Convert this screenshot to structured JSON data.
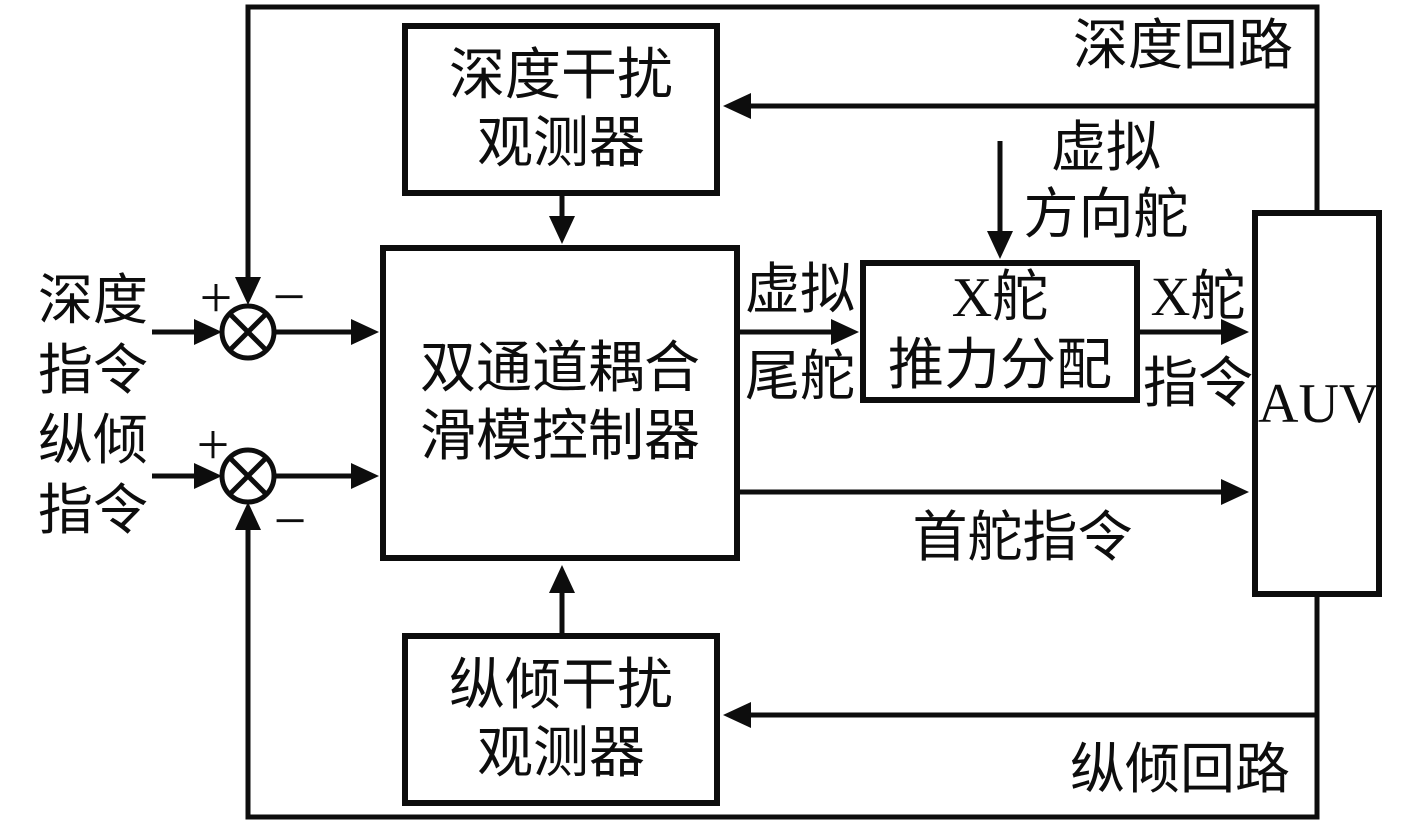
{
  "colors": {
    "ink": "#0d0d0d",
    "background": "#ffffff"
  },
  "blocks": {
    "depth_observer": {
      "line1": "深度干扰",
      "line2": "观测器"
    },
    "controller": {
      "line1": "双通道耦合",
      "line2": "滑模控制器"
    },
    "thrust_allocation": {
      "line1": "X舵",
      "line2": "推力分配"
    },
    "auv": {
      "label": "AUV"
    },
    "pitch_observer": {
      "line1": "纵倾干扰",
      "line2": "观测器"
    }
  },
  "labels": {
    "depth_loop": "深度回路",
    "pitch_loop": "纵倾回路",
    "depth_command": {
      "line1": "深度",
      "line2": "指令"
    },
    "pitch_command": {
      "line1": "纵倾",
      "line2": "指令"
    },
    "virtual_tail_rudder": {
      "line1": "虚拟",
      "line2": "尾舵"
    },
    "virtual_heading_rudder": {
      "line1": "虚拟",
      "line2": "方向舵"
    },
    "x_rudder_command": {
      "line1": "X舵",
      "line2": "指令"
    },
    "bow_rudder_command": "首舵指令"
  },
  "signs": {
    "sum_depth": {
      "plus": "+",
      "minus": "−"
    },
    "sum_pitch": {
      "plus": "+",
      "minus": "−"
    }
  }
}
